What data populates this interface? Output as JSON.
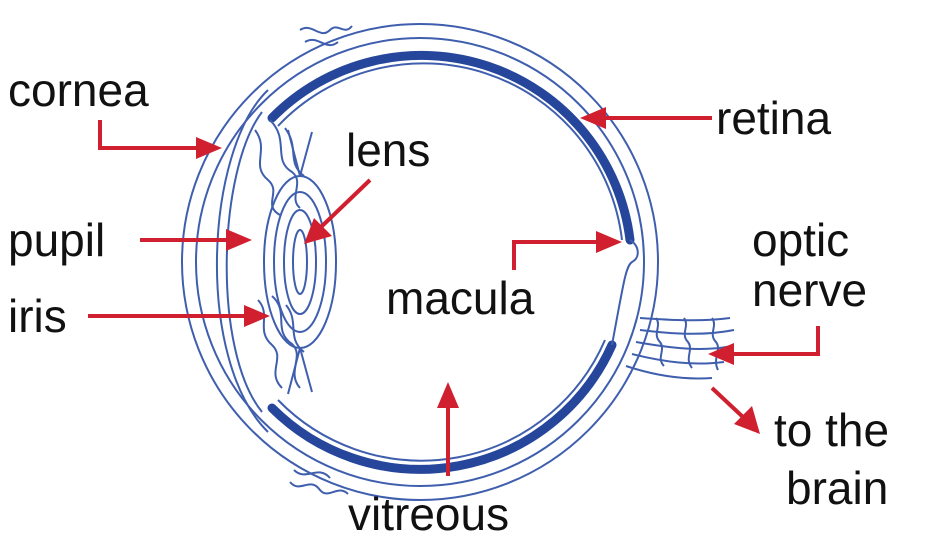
{
  "labels": {
    "cornea": "cornea",
    "lens": "lens",
    "retina": "retina",
    "pupil": "pupil",
    "optic_nerve_line1": "optic",
    "optic_nerve_line2": "nerve",
    "macula": "macula",
    "iris": "iris",
    "to_the_brain_line1": "to the",
    "to_the_brain_line2": "brain",
    "vitreous": "vitreous"
  },
  "colors": {
    "eye_outline": "#3f5fae",
    "retina_fill": "#25469a",
    "arrow": "#d01f2e",
    "text": "#111111",
    "background": "#ffffff"
  }
}
